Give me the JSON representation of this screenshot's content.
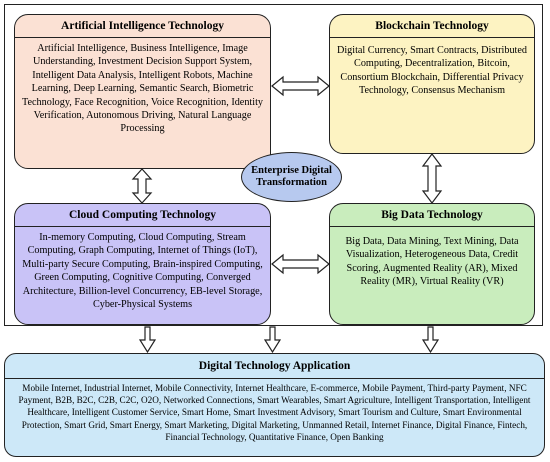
{
  "boxes": {
    "ai": {
      "title": "Artificial Intelligence Technology",
      "body": "Artificial Intelligence, Business Intelligence, Image Understanding, Investment Decision Support System, Intelligent Data Analysis, Intelligent Robots, Machine Learning, Deep Learning, Semantic Search, Biometric Technology, Face Recognition, Voice Recognition, Identity Verification, Autonomous Driving, Natural Language Processing",
      "color": "#fbe1d4"
    },
    "blockchain": {
      "title": "Blockchain Technology",
      "body": "Digital Currency, Smart Contracts, Distributed Computing, Decentralization, Bitcoin, Consortium Blockchain, Differential Privacy Technology, Consensus Mechanism",
      "color": "#fdf3c2"
    },
    "cloud": {
      "title": "Cloud Computing Technology",
      "body": "In-memory Computing, Cloud Computing, Stream Computing, Graph Computing, Internet of Things (IoT), Multi-party Secure Computing, Brain-inspired Computing, Green Computing, Cognitive Computing, Converged Architecture, Billion-level Concurrency, EB-level Storage, Cyber-Physical Systems",
      "color": "#c9c3f7"
    },
    "bigdata": {
      "title": "Big Data Technology",
      "body": "Big Data, Data Mining, Text Mining, Data Visualization, Heterogeneous Data, Credit Scoring, Augmented Reality (AR), Mixed Reality (MR), Virtual Reality (VR)",
      "color": "#c9edbd"
    },
    "application": {
      "title": "Digital Technology Application",
      "body": "Mobile Internet, Industrial Internet, Mobile Connectivity, Internet Healthcare, E-commerce, Mobile Payment, Third-party Payment, NFC Payment, B2B, B2C, C2B, C2C, O2O, Networked Connections, Smart Wearables, Smart Agriculture, Intelligent Transportation, Intelligent Healthcare, Intelligent Customer Service, Smart Home, Smart Investment Advisory, Smart Tourism and Culture, Smart Environmental Protection, Smart Grid, Smart Energy, Smart Marketing, Digital Marketing, Unmanned Retail, Internet Finance, Digital Finance, Fintech, Financial Technology, Quantitative Finance, Open Banking",
      "color": "#cde8f8"
    }
  },
  "center": {
    "label": "Enterprise Digital Transformation",
    "color": "#b7c9ef"
  }
}
